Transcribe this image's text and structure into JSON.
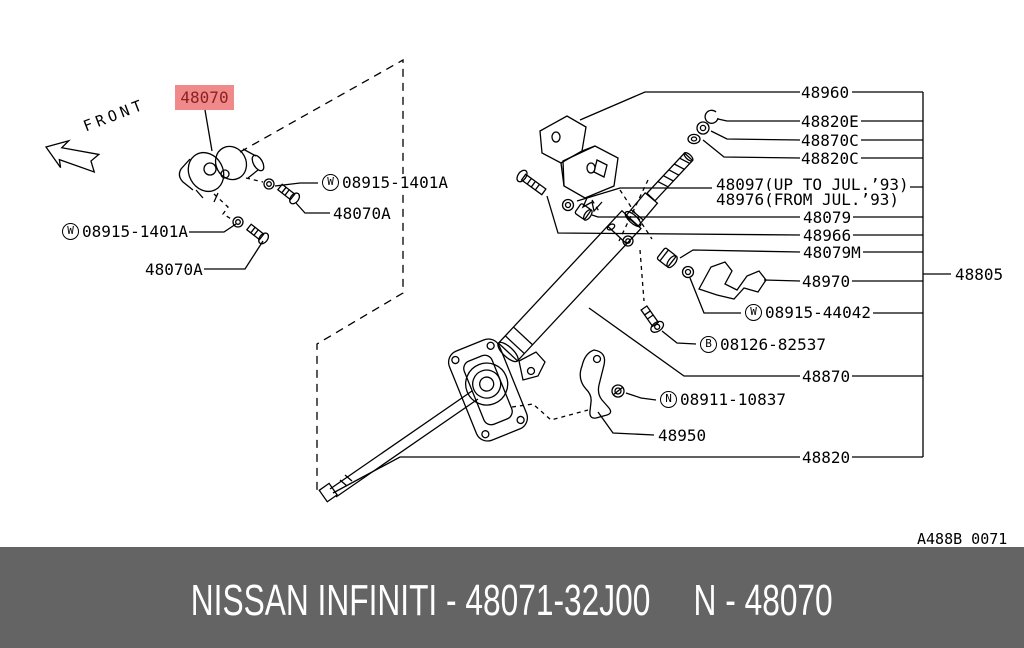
{
  "highlight": {
    "part": "48070"
  },
  "front": "FRONT",
  "code": "A488B 0071",
  "labels": {
    "w1401a_right": {
      "prefix": "W",
      "text": "08915-1401A"
    },
    "a48070a_right": "48070A",
    "w1401a_left": {
      "prefix": "W",
      "text": "08915-1401A"
    },
    "a48070a_left": "48070A",
    "r48960": "48960",
    "r48820e": "48820E",
    "r48870c": "48870C",
    "r48820c": "48820C",
    "r48097": "48097(UP TO JUL.’93)",
    "r48976": "48976(FROM JUL.’93)",
    "r48079": "48079",
    "r48966": "48966",
    "r48079m": "48079M",
    "r48970": "48970",
    "r48805": "48805",
    "w44042": {
      "prefix": "W",
      "text": "08915-44042"
    },
    "b82537": {
      "prefix": "B",
      "text": "08126-82537"
    },
    "r48870": "48870",
    "n10837": {
      "prefix": "N",
      "text": "08911-10837"
    },
    "r48950": "48950",
    "r48820": "48820"
  },
  "banner": {
    "left": "NISSAN INFINITI - 48071-32J00",
    "right": "N - 48070"
  },
  "colors": {
    "highlight_bg": "#f08a8a",
    "highlight_fg": "#8b2222",
    "banner_bg": "#646464",
    "banner_fg": "#ffffff",
    "line": "#000000"
  }
}
